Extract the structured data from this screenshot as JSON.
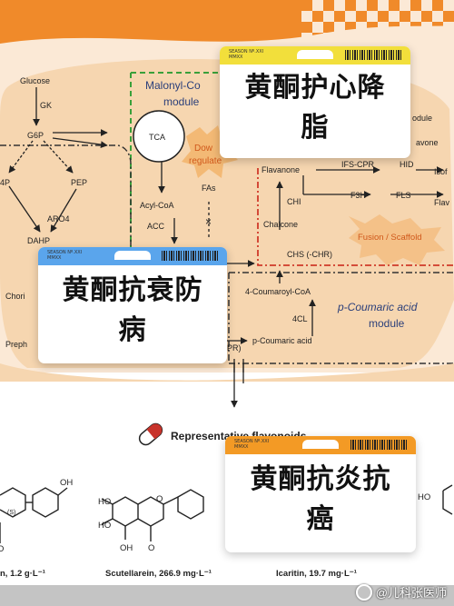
{
  "diagram": {
    "nodes": {
      "glucose": "Glucose",
      "gk": "GK",
      "g6p": "G6P",
      "p4": "4P",
      "pep": "PEP",
      "aro4": "ARO4",
      "dahp": "DAHP",
      "chori": "Chori",
      "preph": "Preph",
      "malonyl": "Malonyl-Co",
      "module_left": "module",
      "tca": "TCA",
      "dow": "Dow",
      "regulate": "regulate",
      "acylcoa": "Acyl-CoA",
      "acc": "ACC",
      "fas": "FAs",
      "module_right": "odule",
      "avone": "avone",
      "flavanone": "Flavanone",
      "ifscpr": "IFS-CPR",
      "hid": "HID",
      "isof": "Isof",
      "chi": "CHI",
      "f3h": "F3H",
      "fls": "FLS",
      "flav": "Flav",
      "fusion": "Fusion / Scaffold",
      "chalcone": "Chalcone",
      "chs": "CHS (-CHR)",
      "coumaroylcoa": "4-Coumaroyl-CoA",
      "pcoumaric_module": "p-Coumaric acid",
      "module_bottom": "module",
      "fourcl": "4CL",
      "pr": "PR)",
      "pcoumaric_acid": "p-Coumaric acid",
      "representative": "Representative flavonoids"
    },
    "structures": {
      "oh_left": "OH",
      "s_label": "(S)",
      "o_left": "O",
      "ho_top": "HO",
      "ho_mid": "HO",
      "oh_bottom": "OH",
      "o_mid": "O",
      "o_mid2": "O",
      "ho_right": "HO"
    },
    "captions": {
      "left": "n, 1.2 g·L⁻¹",
      "middle": "Scutellarein, 266.9 mg·L⁻¹",
      "right": "Icaritin, 19.7 mg·L⁻¹"
    }
  },
  "cards": [
    {
      "season": "SEASON Nº.XXI",
      "code": "MMXX",
      "title_line1": "黄酮护心降",
      "title_line2": "脂",
      "accent": "#f2df3b"
    },
    {
      "season": "SEASON Nº.XXI",
      "code": "MMXX",
      "title_line1": "黄酮抗衰防",
      "title_line2": "病",
      "accent": "#5aa5ec"
    },
    {
      "season": "SEASON Nº.XXI",
      "code": "MMXX",
      "title_line1": "黄酮抗炎抗",
      "title_line2": "癌",
      "accent": "#f39a25"
    }
  ],
  "watermark": "@儿科张医师",
  "colors": {
    "orange": "#f08a2a",
    "background": "#fbe9d6",
    "blob": "#f6d6b0"
  }
}
